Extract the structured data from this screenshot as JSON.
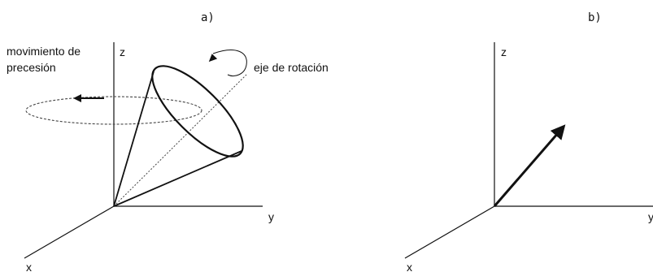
{
  "panel_a": {
    "label": "a)",
    "axes": {
      "x": "x",
      "y": "y",
      "z": "z"
    },
    "annotations": {
      "precession_line1": "movimiento de",
      "precession_line2": "precesión",
      "rotation_axis": "eje de rotación"
    }
  },
  "panel_b": {
    "label": "b)",
    "axes": {
      "x": "x",
      "y": "y",
      "z": "z"
    }
  },
  "colors": {
    "ink": "#111111",
    "dashed": "#444444"
  }
}
